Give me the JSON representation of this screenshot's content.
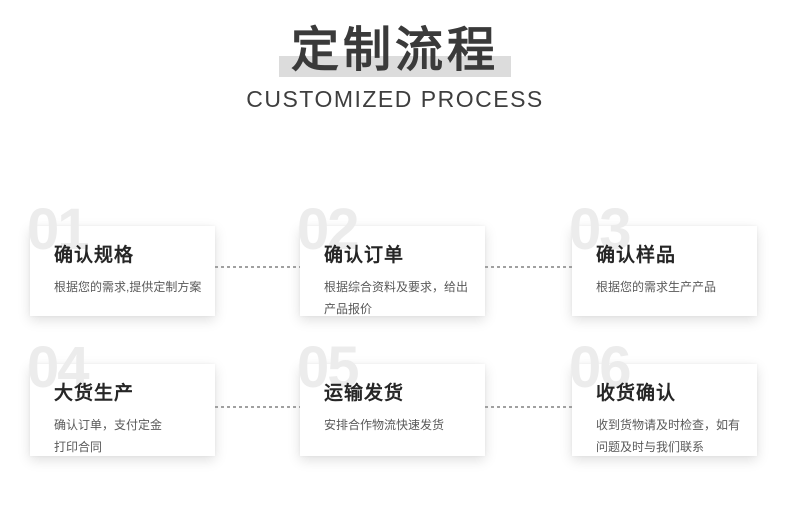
{
  "header": {
    "title": "定制流程",
    "subtitle": "CUSTOMIZED PROCESS"
  },
  "colors": {
    "background": "#ffffff",
    "title_text": "#3a3a3a",
    "title_band": "#dcdcdc",
    "subtitle_text": "#3e3e3e",
    "card_title": "#262626",
    "card_desc": "#595959",
    "ghost_number": "#ececec",
    "connector": "#a0a0a0"
  },
  "steps": [
    {
      "number": "01",
      "title": "确认规格",
      "desc_lines": [
        "根据您的需求,提供定制方案"
      ]
    },
    {
      "number": "02",
      "title": "确认订单",
      "desc_lines": [
        "根据综合资料及要求，给出",
        "产品报价"
      ]
    },
    {
      "number": "03",
      "title": "确认样品",
      "desc_lines": [
        "根据您的需求生产产品"
      ]
    },
    {
      "number": "04",
      "title": "大货生产",
      "desc_lines": [
        "确认订单，支付定金",
        "打印合同"
      ]
    },
    {
      "number": "05",
      "title": "运输发货",
      "desc_lines": [
        "安排合作物流快速发货"
      ]
    },
    {
      "number": "06",
      "title": "收货确认",
      "desc_lines": [
        "收到货物请及时检查，如有",
        "问题及时与我们联系"
      ]
    }
  ]
}
